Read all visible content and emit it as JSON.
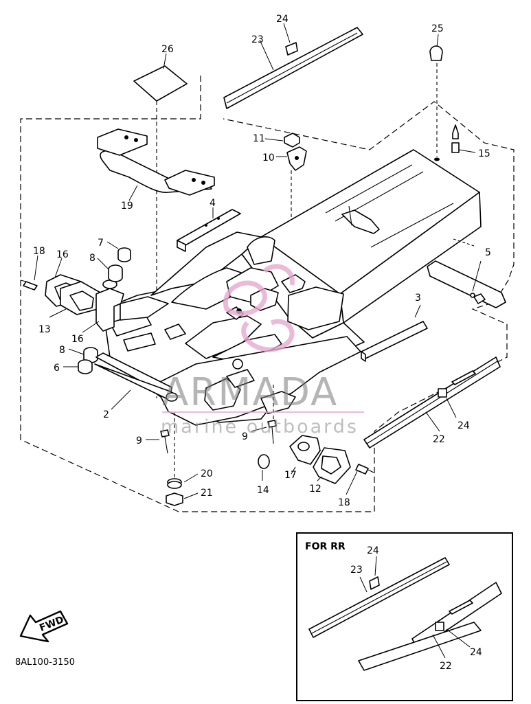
{
  "diagram": {
    "drawing_code": "8AL100-3150",
    "inset_title": "FOR RR",
    "fwd_label": "FWD",
    "watermark": {
      "brand": "ARMADA",
      "tagline": "marine outboards"
    },
    "callouts": {
      "c2": "2",
      "c3": "3",
      "c4": "4",
      "c5": "5",
      "c6": "6",
      "c7": "7",
      "c8a": "8",
      "c8b": "8",
      "c9a": "9",
      "c9b": "9",
      "c10": "10",
      "c11": "11",
      "c12": "12",
      "c13": "13",
      "c14": "14",
      "c15": "15",
      "c16a": "16",
      "c16b": "16",
      "c17": "17",
      "c18a": "18",
      "c18b": "18",
      "c19": "19",
      "c20": "20",
      "c21": "21",
      "c22a": "22",
      "c23a": "23",
      "c24a": "24",
      "c24b": "24",
      "c25": "25",
      "c26": "26",
      "i22": "22",
      "i23": "23",
      "i24a": "24",
      "i24b": "24"
    }
  }
}
